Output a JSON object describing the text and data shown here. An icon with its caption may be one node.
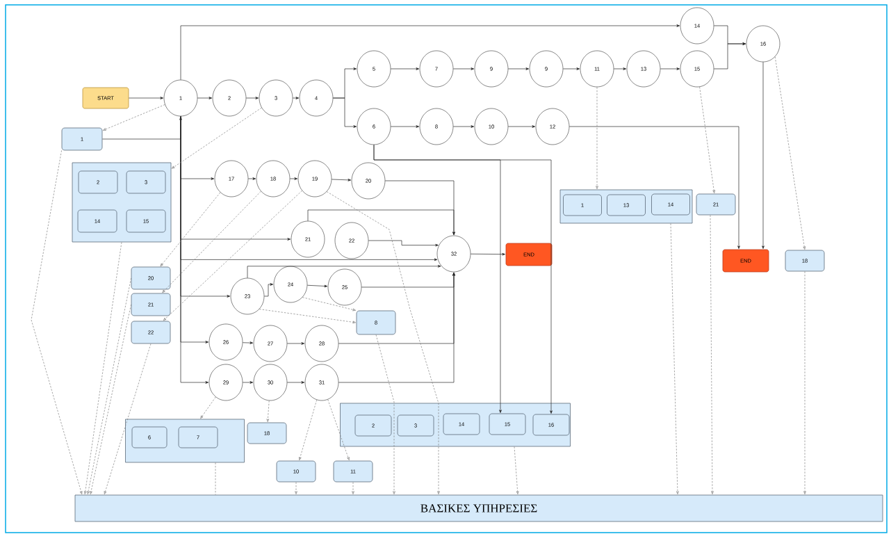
{
  "diagram": {
    "nodes": [
      {
        "text": [
          "START"
        ]
      },
      {
        "text": [
          "1"
        ]
      },
      {
        "text": [
          "2"
        ]
      },
      {
        "text": [
          "3"
        ]
      },
      {
        "text": [
          "4"
        ]
      },
      {
        "text": [
          "5"
        ]
      },
      {
        "text": [
          "6"
        ]
      },
      {
        "text": [
          "7"
        ]
      },
      {
        "text": [
          "8"
        ]
      },
      {
        "text": [
          "9"
        ]
      },
      {
        "text": [
          "9"
        ]
      },
      {
        "text": [
          "10"
        ]
      },
      {
        "text": [
          "12"
        ]
      },
      {
        "text": [
          "11"
        ]
      },
      {
        "text": [
          "13"
        ]
      },
      {
        "text": [
          "15"
        ]
      },
      {
        "text": [
          "14"
        ]
      },
      {
        "text": [
          "16"
        ]
      },
      {
        "text": [
          "1"
        ]
      },
      {
        "text": [],
        "shape": "box"
      },
      {
        "text": [
          "2"
        ],
        "in": 19
      },
      {
        "text": [
          "3"
        ],
        "in": 19
      },
      {
        "text": [
          "14"
        ],
        "in": 19
      },
      {
        "text": [
          "15"
        ],
        "in": 19
      },
      {
        "text": [
          "17"
        ]
      },
      {
        "text": [
          "18"
        ]
      },
      {
        "text": [
          "19"
        ]
      },
      {
        "text": [
          "20"
        ]
      },
      {
        "text": [
          "21"
        ]
      },
      {
        "text": [
          "22"
        ]
      },
      {
        "text": [
          "32"
        ]
      },
      {
        "text": [
          "END"
        ]
      },
      {
        "text": [
          "20"
        ]
      },
      {
        "text": [
          "21"
        ]
      },
      {
        "text": [
          "22"
        ]
      },
      {
        "text": [
          "23"
        ]
      },
      {
        "text": [
          "24"
        ]
      },
      {
        "text": [
          "25"
        ]
      },
      {
        "text": [
          "8"
        ]
      },
      {
        "text": [
          "26"
        ]
      },
      {
        "text": [
          "27"
        ]
      },
      {
        "text": [
          "28"
        ]
      },
      {
        "text": [
          "29"
        ]
      },
      {
        "text": [
          "30"
        ]
      },
      {
        "text": [
          "31"
        ]
      },
      {
        "text": [],
        "shape": "box"
      },
      {
        "text": [
          "6"
        ],
        "in": 45
      },
      {
        "text": [
          "7"
        ],
        "in": 45
      },
      {
        "text": [
          "18"
        ]
      },
      {
        "text": [
          "10"
        ]
      },
      {
        "text": [
          "11"
        ]
      },
      {
        "text": [],
        "shape": "box"
      },
      {
        "text": [
          "2"
        ],
        "in": 51
      },
      {
        "text": [
          "3"
        ],
        "in": 51
      },
      {
        "text": [
          "14"
        ],
        "in": 51
      },
      {
        "text": [
          "15"
        ],
        "in": 51
      },
      {
        "text": [
          "16"
        ],
        "in": 51
      },
      {
        "text": [],
        "shape": "box"
      },
      {
        "text": [
          "1"
        ],
        "in": 57
      },
      {
        "text": [
          "13"
        ],
        "in": 57
      },
      {
        "text": [
          "14"
        ],
        "in": 57
      },
      {
        "text": [
          "21"
        ]
      },
      {
        "text": [
          "END"
        ]
      },
      {
        "text": [
          "18"
        ]
      },
      {
        "text": [
          "ΒΑΣΙΚΕΣ ΥΠΗΡΕΣΙΕΣ"
        ]
      }
    ],
    "edges": [
      {
        "from": 0,
        "to": 1,
        "arrow": "to"
      },
      {
        "from": 1,
        "to": 2,
        "arrow": "to"
      },
      {
        "from": 2,
        "to": 3,
        "arrow": "to"
      },
      {
        "from": 3,
        "to": 4,
        "arrow": "to"
      },
      {
        "from": 4,
        "to": 5,
        "arrow": "to"
      },
      {
        "from": 4,
        "to": 6,
        "arrow": "to"
      },
      {
        "from": 5,
        "to": 7,
        "arrow": "to"
      },
      {
        "from": 7,
        "to": 9,
        "arrow": "to"
      },
      {
        "from": 9,
        "to": 10,
        "arrow": "to"
      },
      {
        "from": 10,
        "to": 13,
        "arrow": "to"
      },
      {
        "from": 13,
        "to": 14,
        "arrow": "to"
      },
      {
        "from": 14,
        "to": 15,
        "arrow": "to"
      },
      {
        "from": 6,
        "to": 8,
        "arrow": "to"
      },
      {
        "from": 8,
        "to": 11,
        "arrow": "to"
      },
      {
        "from": 11,
        "to": 12,
        "arrow": "to"
      },
      {
        "from": 1,
        "to": 16,
        "arrow": "to"
      },
      {
        "from": 16,
        "to": 17,
        "arrow": "to"
      },
      {
        "from": 15,
        "to": 17,
        "arrow": "to"
      },
      {
        "from": 12,
        "to": 62,
        "arrow": "to"
      },
      {
        "from": 17,
        "to": 62,
        "arrow": "to"
      },
      {
        "from": 6,
        "to": 55,
        "arrow": "to"
      },
      {
        "from": 6,
        "to": 56,
        "arrow": "to"
      },
      {
        "from": 18,
        "to": 1,
        "arrow": "to"
      },
      {
        "from": 1,
        "to": 24,
        "arrow": "to"
      },
      {
        "from": 1,
        "to": 28,
        "arrow": "to"
      },
      {
        "from": 1,
        "to": 30,
        "arrow": "to"
      },
      {
        "from": 1,
        "to": 35,
        "arrow": "to"
      },
      {
        "from": 1,
        "to": 39,
        "arrow": "to"
      },
      {
        "from": 1,
        "to": 42,
        "arrow": "to"
      },
      {
        "from": 24,
        "to": 25,
        "arrow": "to"
      },
      {
        "from": 25,
        "to": 26,
        "arrow": "to"
      },
      {
        "from": 26,
        "to": 27,
        "arrow": "to"
      },
      {
        "from": 27,
        "to": 30,
        "arrow": "to"
      },
      {
        "from": 28,
        "to": 30,
        "arrow": "to"
      },
      {
        "from": 29,
        "to": 30,
        "arrow": "to"
      },
      {
        "from": 35,
        "to": 30,
        "arrow": "to"
      },
      {
        "from": 35,
        "to": 36,
        "arrow": "to"
      },
      {
        "from": 36,
        "to": 37,
        "arrow": "to"
      },
      {
        "from": 37,
        "to": 30,
        "arrow": "to"
      },
      {
        "from": 41,
        "to": 30,
        "arrow": "to"
      },
      {
        "from": 44,
        "to": 30,
        "arrow": "to"
      },
      {
        "from": 39,
        "to": 40,
        "arrow": "to"
      },
      {
        "from": 40,
        "to": 41,
        "arrow": "to"
      },
      {
        "from": 42,
        "to": 43,
        "arrow": "to"
      },
      {
        "from": 43,
        "to": 44,
        "arrow": "to"
      },
      {
        "from": 30,
        "to": 31,
        "arrow": "to"
      },
      {
        "from": 1,
        "to": 18,
        "arrow": "to",
        "style": "dashed",
        "color": "#808080"
      },
      {
        "from": 3,
        "to": 19,
        "arrow": "to",
        "style": "dashed",
        "color": "#808080"
      },
      {
        "from": 24,
        "to": 32,
        "arrow": "to",
        "style": "dashed",
        "color": "#808080"
      },
      {
        "from": 25,
        "to": 33,
        "arrow": "to",
        "style": "dashed",
        "color": "#808080"
      },
      {
        "from": 26,
        "to": 34,
        "arrow": "to",
        "style": "dashed",
        "color": "#808080"
      },
      {
        "from": 26,
        "to": 64,
        "arrow": "to",
        "style": "dashed",
        "color": "#808080"
      },
      {
        "from": 35,
        "to": 38,
        "arrow": "to",
        "style": "dashed",
        "color": "#808080"
      },
      {
        "from": 36,
        "to": 38,
        "arrow": "to",
        "style": "dashed",
        "color": "#808080"
      },
      {
        "from": 38,
        "to": 64,
        "arrow": "to",
        "style": "dashed",
        "color": "#808080"
      },
      {
        "from": 42,
        "to": 45,
        "arrow": "to",
        "style": "dashed",
        "color": "#808080"
      },
      {
        "from": 43,
        "to": 48,
        "arrow": "to",
        "style": "dashed",
        "color": "#808080"
      },
      {
        "from": 44,
        "to": 49,
        "arrow": "to",
        "style": "dashed",
        "color": "#808080"
      },
      {
        "from": 44,
        "to": 50,
        "arrow": "to",
        "style": "dashed",
        "color": "#808080"
      },
      {
        "from": 49,
        "to": 64,
        "arrow": "to",
        "style": "dashed",
        "color": "#808080"
      },
      {
        "from": 50,
        "to": 64,
        "arrow": "to",
        "style": "dashed",
        "color": "#808080"
      },
      {
        "from": 45,
        "to": 64,
        "arrow": "none",
        "style": "dashed",
        "color": "#808080"
      },
      {
        "from": 51,
        "to": 64,
        "arrow": "to",
        "style": "dashed",
        "color": "#808080"
      },
      {
        "from": 13,
        "to": 57,
        "arrow": "to",
        "style": "dashed",
        "color": "#808080"
      },
      {
        "from": 15,
        "to": 61,
        "arrow": "to",
        "style": "dashed",
        "color": "#808080"
      },
      {
        "from": 17,
        "to": 63,
        "arrow": "to",
        "style": "dashed",
        "color": "#808080"
      },
      {
        "from": 57,
        "to": 64,
        "arrow": "to",
        "style": "dashed",
        "color": "#808080"
      },
      {
        "from": 61,
        "to": 64,
        "arrow": "to",
        "style": "dashed",
        "color": "#808080"
      },
      {
        "from": 63,
        "to": 64,
        "arrow": "to",
        "style": "dashed",
        "color": "#808080"
      },
      {
        "from": 18,
        "to": 64,
        "arrow": "to",
        "style": "dashed",
        "color": "#808080"
      },
      {
        "from": 19,
        "to": 64,
        "arrow": "to",
        "style": "dashed",
        "color": "#808080"
      },
      {
        "from": 32,
        "to": 64,
        "arrow": "to",
        "style": "dashed",
        "color": "#808080"
      },
      {
        "from": 33,
        "to": 64,
        "arrow": "to",
        "style": "dashed",
        "color": "#808080"
      },
      {
        "from": 34,
        "to": 64,
        "arrow": "to",
        "style": "dashed",
        "color": "#808080"
      }
    ]
  }
}
